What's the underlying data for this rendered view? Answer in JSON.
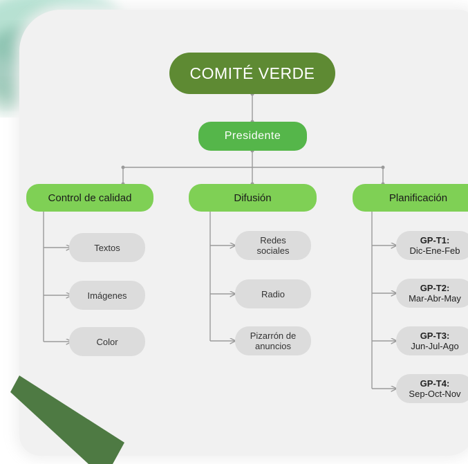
{
  "root": "COMITÉ VERDE",
  "president": "Presidente",
  "branches": [
    {
      "name": "Control de calidad",
      "items": [
        "Textos",
        "Imágenes",
        "Color"
      ]
    },
    {
      "name": "Difusión",
      "items": [
        "Redes\nsociales",
        "Radio",
        "Pizarrón de\nanuncios"
      ]
    },
    {
      "name": "Planificación",
      "items": [
        {
          "code": "GP-T1:",
          "months": "Dic-Ene-Feb"
        },
        {
          "code": "GP-T2:",
          "months": "Mar-Abr-May"
        },
        {
          "code": "GP-T3:",
          "months": "Jun-Jul-Ago"
        },
        {
          "code": "GP-T4:",
          "months": "Sep-Oct-Nov"
        }
      ]
    }
  ],
  "colors": {
    "root": "#5e8a33",
    "president": "#55b64a",
    "category": "#7fd055",
    "leaf": "#dcdcdc",
    "connector": "#9a9a9a",
    "ribbon": "#4e7a43"
  }
}
